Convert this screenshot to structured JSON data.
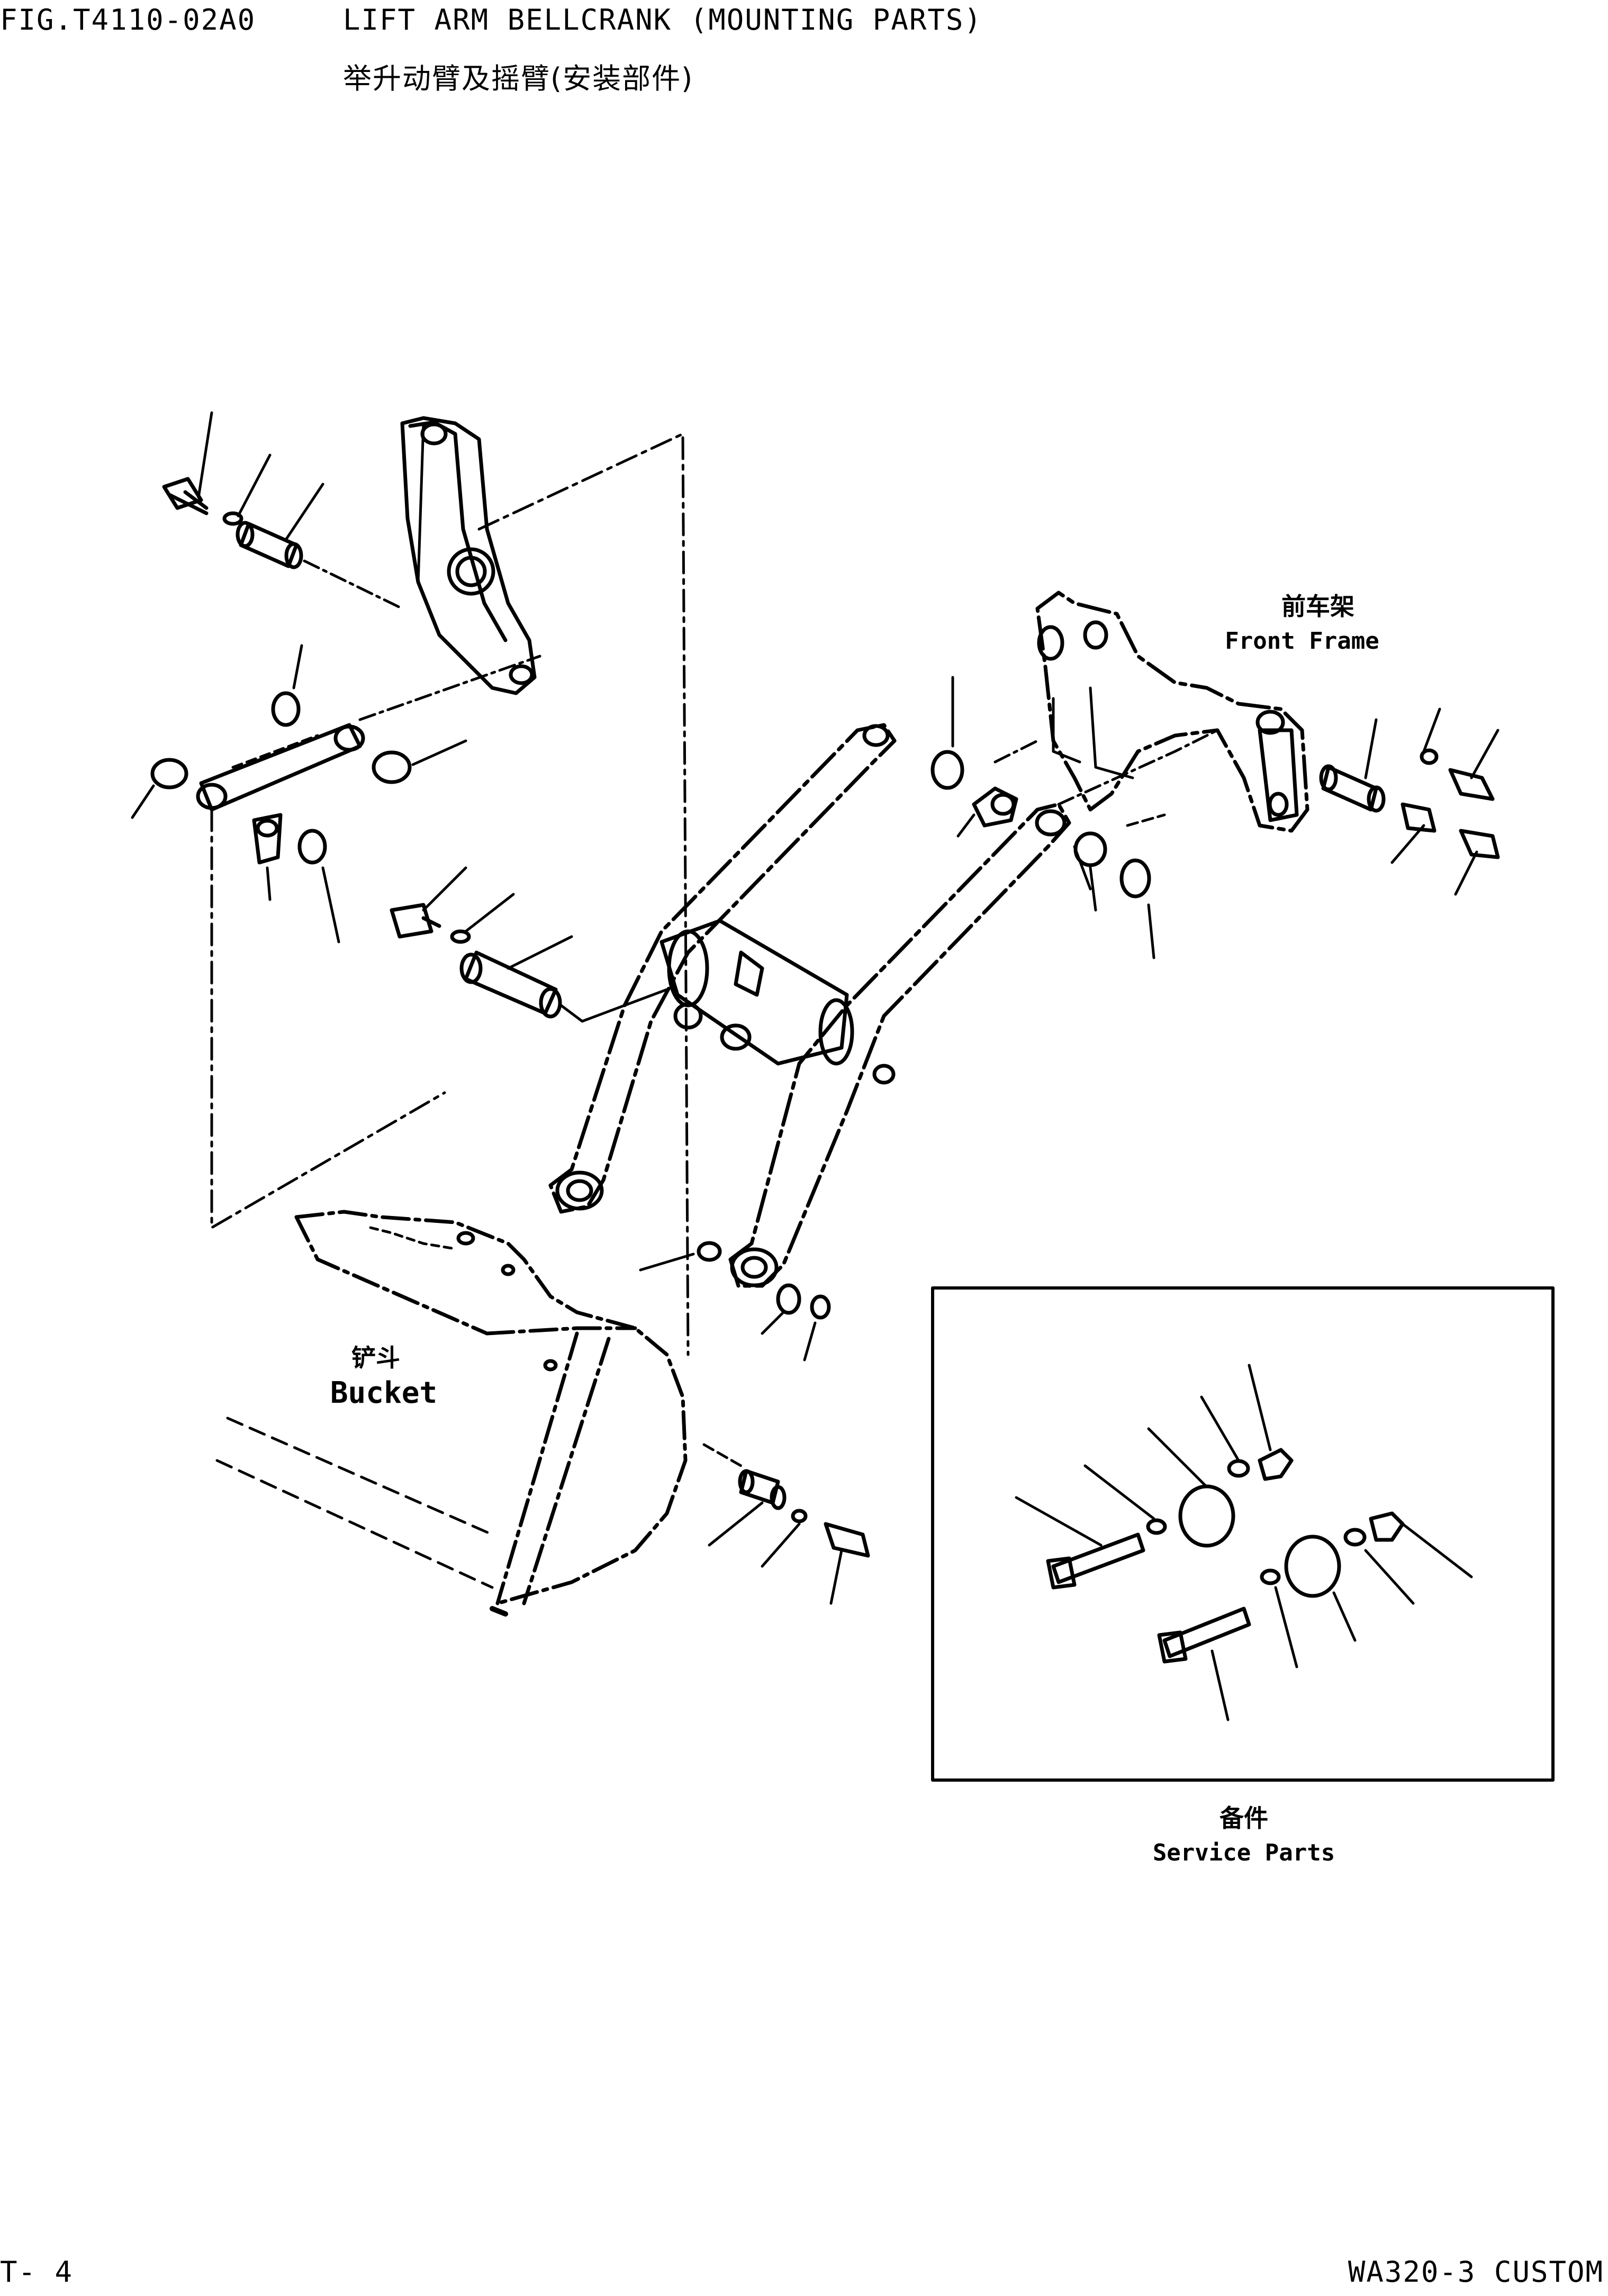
{
  "header": {
    "fig_number": "FIG.T4110-02A0",
    "title_en": "LIFT ARM BELLCRANK (MOUNTING PARTS)",
    "title_cn": "举升动臂及摇臂(安装部件)"
  },
  "labels": {
    "front_frame_cn": "前车架",
    "front_frame_en": "Front Frame",
    "bucket_cn": "铲斗",
    "bucket_en": "Bucket",
    "service_parts_cn": "备件",
    "service_parts_en": "Service Parts"
  },
  "footer": {
    "page": "T- 4",
    "model": "WA320-3 CUSTOM"
  }
}
